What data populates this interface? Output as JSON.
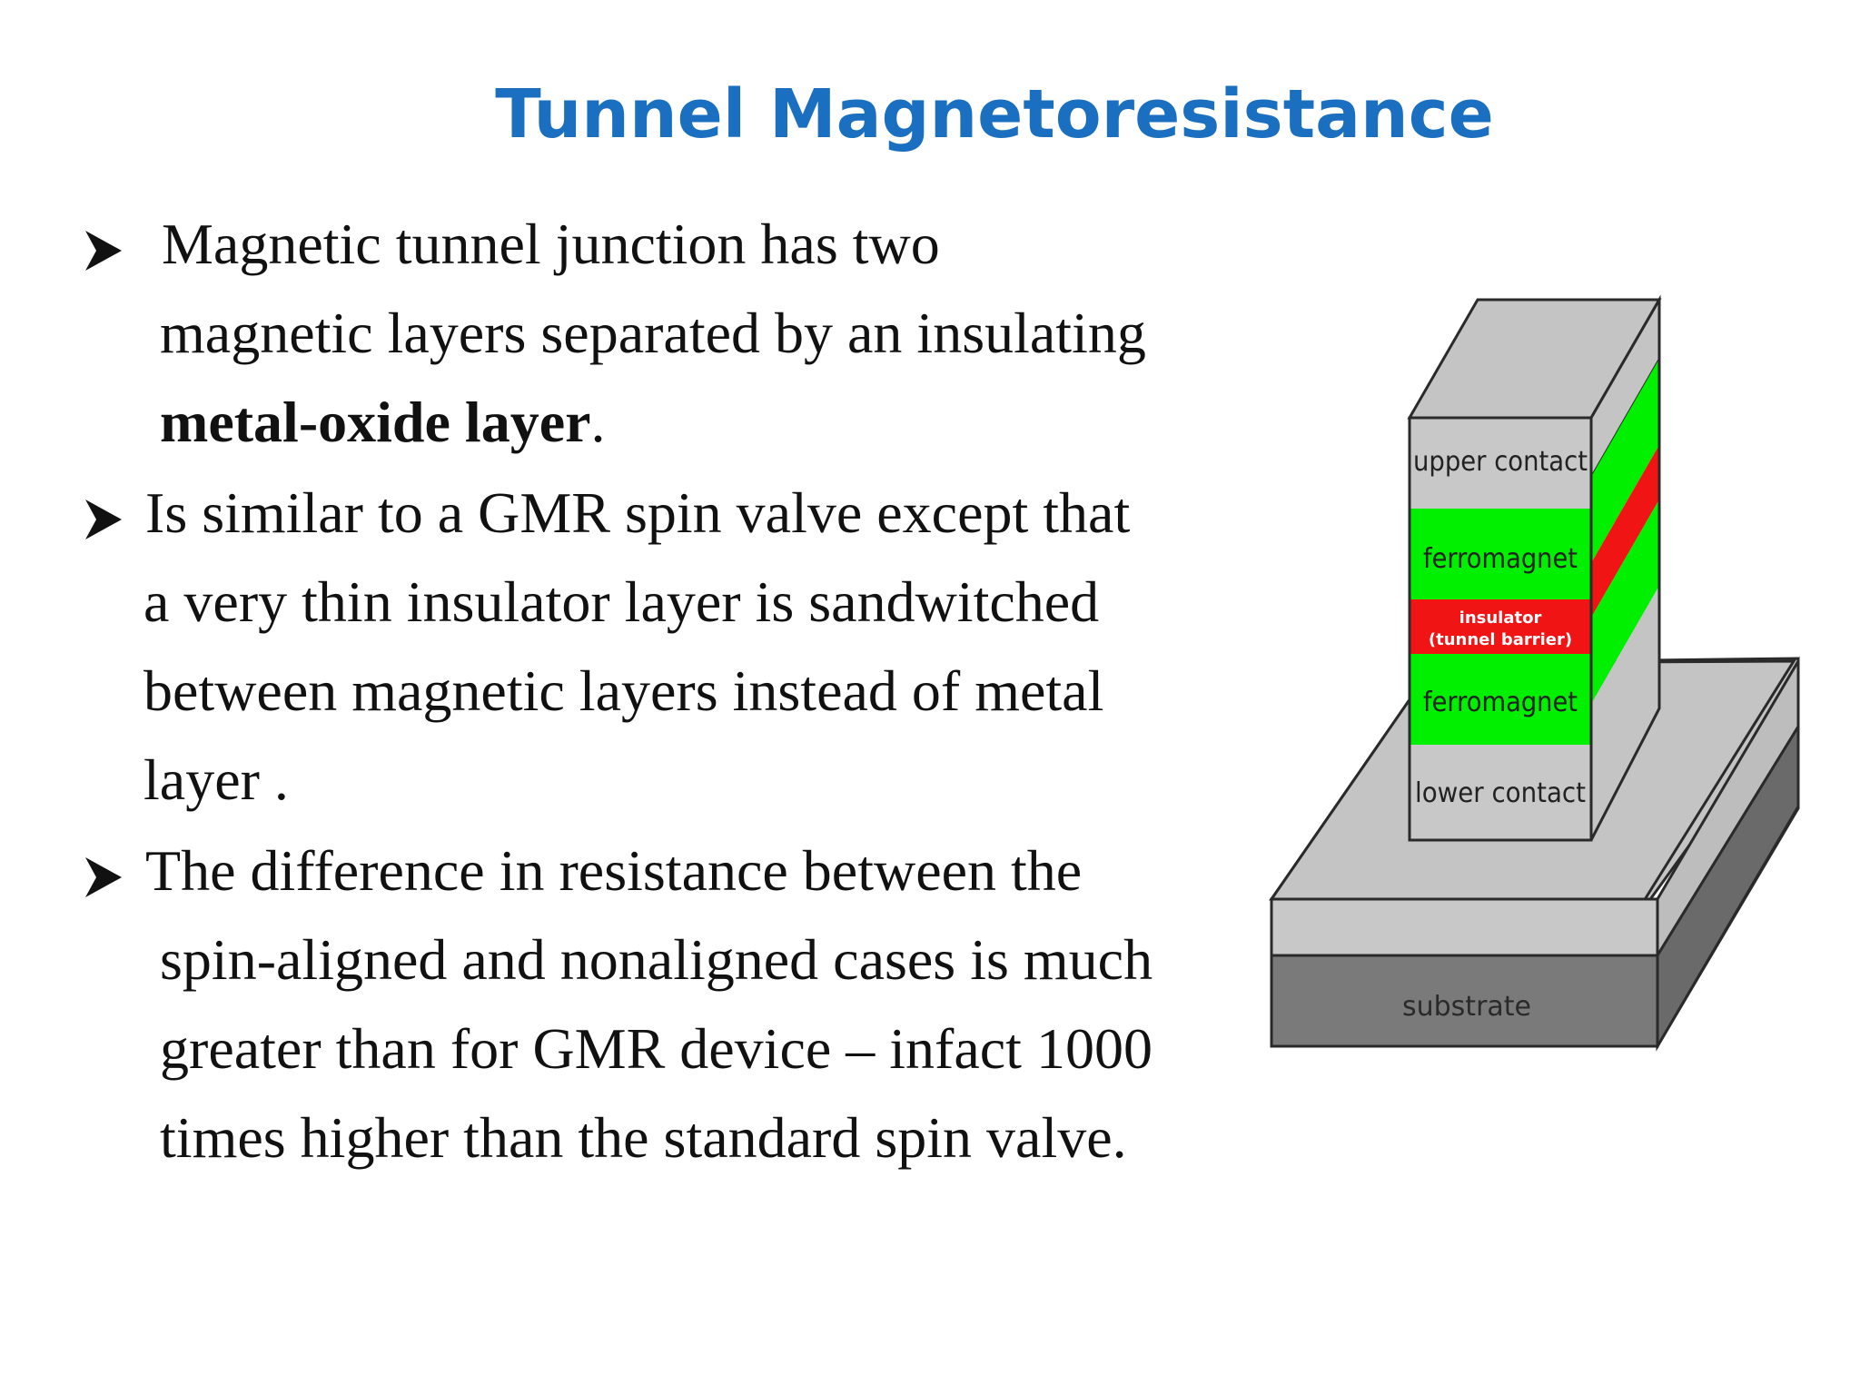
{
  "slide": {
    "title": "Tunnel Magnetoresistance",
    "bullets": [
      {
        "lines": [
          {
            "parts": [
              {
                "text": "Magnetic tunnel junction has two",
                "bold": false
              }
            ]
          },
          {
            "parts": [
              {
                "text": "magnetic layers separated by an insulating",
                "bold": false
              }
            ]
          },
          {
            "parts": [
              {
                "text": "metal-oxide layer",
                "bold": true
              },
              {
                "text": ".",
                "bold": false
              }
            ]
          }
        ]
      },
      {
        "lines": [
          {
            "parts": [
              {
                "text": "Is similar to a GMR spin valve except that",
                "bold": false
              }
            ]
          },
          {
            "parts": [
              {
                "text": "a very thin insulator layer is sandwitched",
                "bold": false
              }
            ]
          },
          {
            "parts": [
              {
                "text": "between magnetic layers instead of metal",
                "bold": false
              }
            ]
          },
          {
            "parts": [
              {
                "text": "layer .",
                "bold": false
              }
            ]
          }
        ]
      },
      {
        "lines": [
          {
            "parts": [
              {
                "text": "The difference in resistance between the",
                "bold": false
              }
            ]
          },
          {
            "parts": [
              {
                "text": "spin-aligned and nonaligned cases is much",
                "bold": false
              }
            ]
          },
          {
            "parts": [
              {
                "text": "greater than for GMR device – infact 1000",
                "bold": false
              }
            ]
          },
          {
            "parts": [
              {
                "text": "times higher than the standard spin valve.",
                "bold": false
              }
            ]
          }
        ]
      }
    ]
  },
  "diagram": {
    "labels": {
      "upper_contact": "upper contact",
      "ferromagnet_top": "ferromagnet",
      "insulator_line1": "insulator",
      "insulator_line2": "(tunnel barrier)",
      "ferromagnet_bottom": "ferromagnet",
      "lower_contact": "lower contact",
      "substrate": "substrate"
    },
    "colors": {
      "contact": "#c8c8c8",
      "ferromagnet": "#00f000",
      "insulator": "#f01414",
      "substrate_top": "#c0c0c0",
      "substrate_front": "#7a7a7a",
      "outline": "#2a2a2a",
      "label": "#222222"
    }
  }
}
